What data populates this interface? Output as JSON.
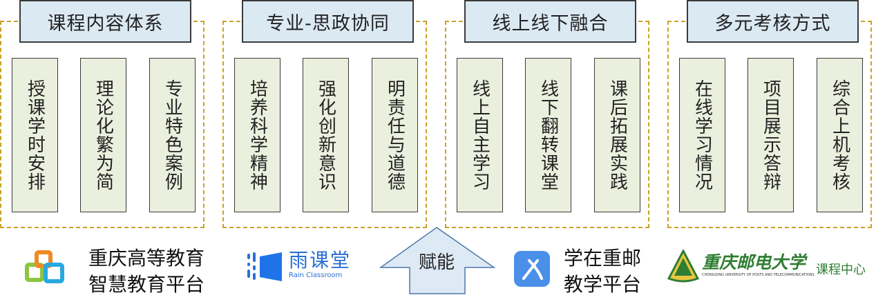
{
  "groups": [
    {
      "title": "课程内容体系",
      "items": [
        "授课学时安排",
        "理论化繁为简",
        "专业特色案例"
      ]
    },
    {
      "title": "专业-思政协同",
      "items": [
        "培养科学精神",
        "强化创新意识",
        "明责任与道德"
      ]
    },
    {
      "title": "线上线下融合",
      "items": [
        "线上自主学习",
        "线下翻转课堂",
        "课后拓展实践"
      ]
    },
    {
      "title": "多元考核方式",
      "items": [
        "在线学习情况",
        "项目展示答辩",
        "综合上机考核"
      ]
    }
  ],
  "arrow": {
    "label": "赋能"
  },
  "platforms": {
    "cq": {
      "line1": "重庆高等教育",
      "line2": "智慧教育平台"
    },
    "rain": {
      "name": "雨课堂",
      "sub": "Rain Classroom"
    },
    "xz": {
      "line1": "学在重邮",
      "line2": "教学平台"
    },
    "cqupt": {
      "logo_text": "重庆邮电大学",
      "logo_sub": "CHONGQING UNIVERSITY OF POSTS AND TELECOMMUNICATIONS",
      "label": "课程中心"
    }
  },
  "colors": {
    "header": "#dbe9f3",
    "column": "#ebf0de",
    "dash": "#c9a227",
    "arrow": "#dde9f5"
  }
}
